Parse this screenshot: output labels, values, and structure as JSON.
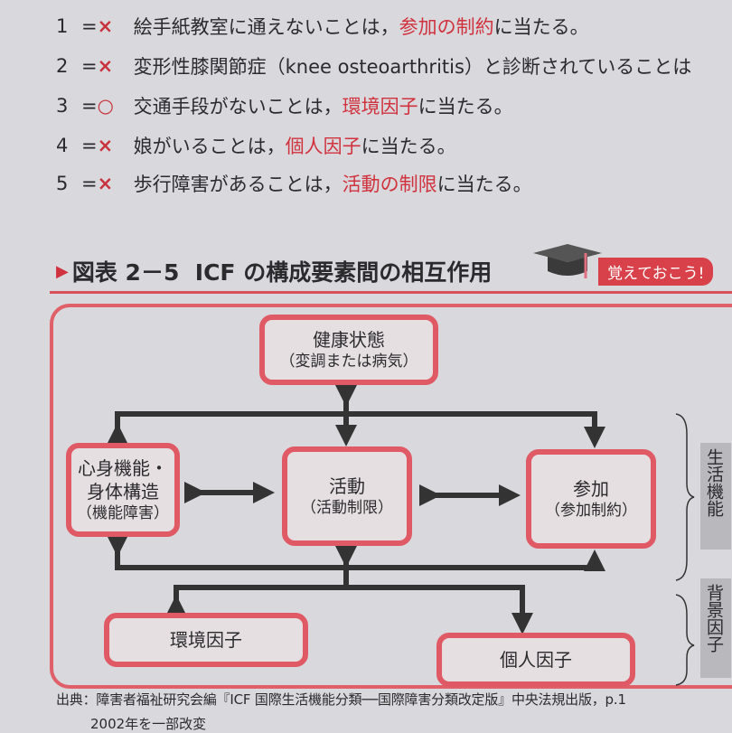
{
  "answers": [
    {
      "num": "1",
      "mark": "×",
      "text": "絵手紙教室に通えないことは，",
      "highlight": "参加の制約",
      "tail": "に当たる。"
    },
    {
      "num": "2",
      "mark": "×",
      "text": "変形性膝関節症（knee osteoarthritis）と診断されていることは",
      "highlight": "",
      "tail": ""
    },
    {
      "num": "3",
      "mark": "○",
      "text": "交通手段がないことは，",
      "highlight": "環境因子",
      "tail": "に当たる。"
    },
    {
      "num": "4",
      "mark": "×",
      "text": "娘がいることは，",
      "highlight": "個人因子",
      "tail": "に当たる。"
    },
    {
      "num": "5",
      "mark": "×",
      "text": "歩行障害があることは，",
      "highlight": "活動の制限",
      "tail": "に当たる。"
    }
  ],
  "figure": {
    "label": "図表 2－5",
    "title": "ICF の構成要素間の相互作用",
    "badge": "覚えておこう!",
    "boxes": {
      "health": {
        "main": "健康状態",
        "sub": "（変調または病気）"
      },
      "body": {
        "main": "心身機能・",
        "main2": "身体構造",
        "sub": "（機能障害）"
      },
      "activity": {
        "main": "活動",
        "sub": "（活動制限）"
      },
      "participation": {
        "main": "参加",
        "sub": "（参加制約）"
      },
      "environment": {
        "main": "環境因子"
      },
      "personal": {
        "main": "個人因子"
      }
    },
    "side_labels": {
      "functioning": "生活機能",
      "contextual": "背景因子"
    },
    "colors": {
      "accent": "#d0323e",
      "box_border": "#e05a66",
      "arrow": "#333333"
    }
  },
  "source": {
    "line1": "出典：障害者福祉研究会編『ICF 国際生活機能分類──国際障害分類改定版』中央法規出版，p.1",
    "line2": "2002年を一部改変"
  }
}
